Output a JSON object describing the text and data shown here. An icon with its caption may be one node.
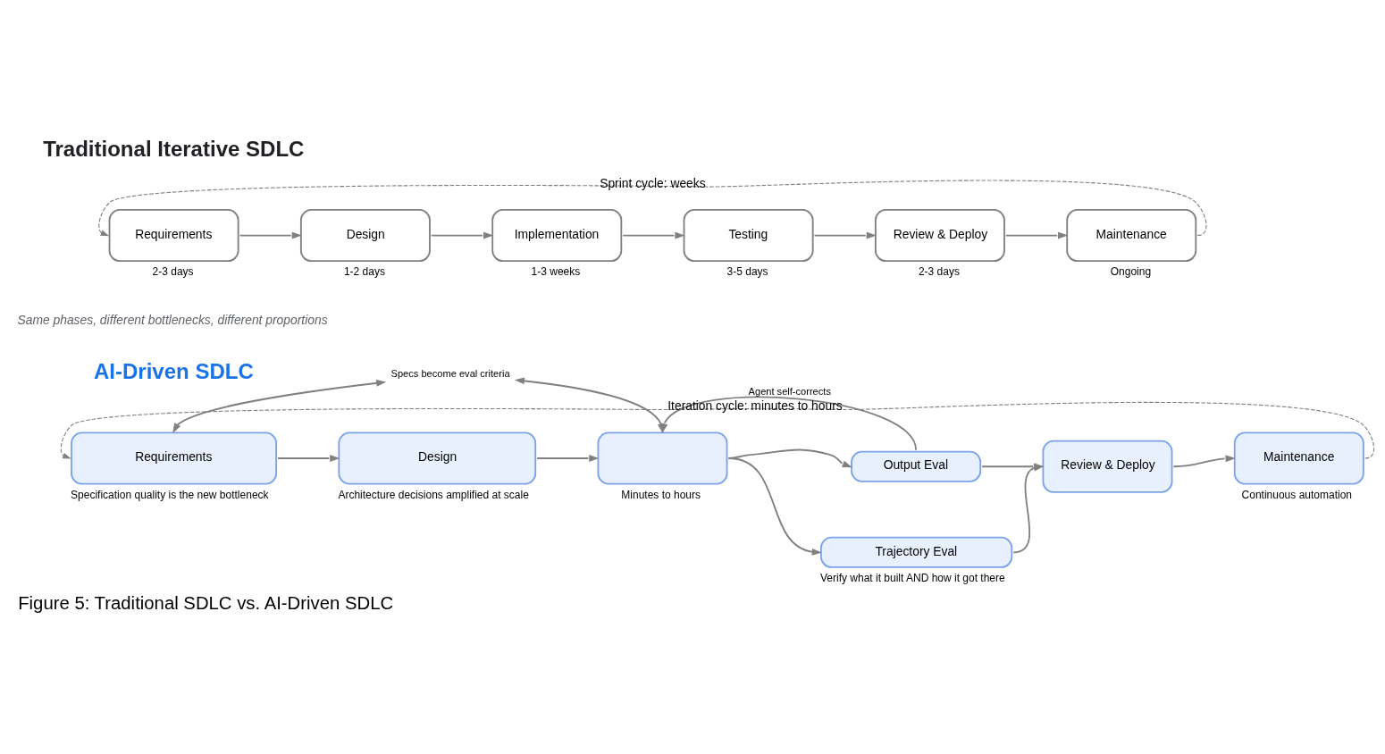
{
  "diagram": {
    "caption": "Figure 5: Traditional SDLC vs. AI-Driven SDLC",
    "nodes": [
      {
        "text": [
          "Requirements"
        ],
        "beside": [
          "2-3 days"
        ]
      },
      {
        "text": [
          "Design"
        ],
        "beside": [
          "1-2 days"
        ]
      },
      {
        "text": [
          "Implementation"
        ],
        "beside": [
          "1-3 weeks"
        ]
      },
      {
        "text": [
          "Testing"
        ],
        "beside": [
          "3-5 days"
        ]
      },
      {
        "text": [
          "Review & Deploy"
        ],
        "beside": [
          "2-3 days"
        ]
      },
      {
        "text": [
          "Maintenance"
        ],
        "beside": [
          "Ongoing"
        ]
      },
      {
        "text": [
          "Requirements"
        ],
        "beside": [
          "Specification quality is the new bottleneck"
        ]
      },
      {
        "text": [
          "Design"
        ],
        "beside": [
          "Architecture decisions amplified at scale"
        ]
      },
      {
        "text": [],
        "shape": "box",
        "beside": [
          "Minutes to hours"
        ]
      },
      {
        "text": [
          "Output Eval"
        ]
      },
      {
        "text": [
          "Trajectory Eval"
        ],
        "beside": [
          "Verify what it built AND how it got there"
        ]
      },
      {
        "text": [
          "Review & Deploy"
        ]
      },
      {
        "text": [
          "Maintenance"
        ],
        "beside": [
          "Continuous automation"
        ]
      },
      {
        "text": [
          "Specs become eval criteria"
        ]
      }
    ],
    "edges": [
      {
        "from": 0,
        "to": 1,
        "arrow": "to"
      },
      {
        "from": 1,
        "to": 2,
        "arrow": "to"
      },
      {
        "from": 2,
        "to": 3,
        "arrow": "to"
      },
      {
        "from": 3,
        "to": 4,
        "arrow": "to"
      },
      {
        "from": 4,
        "to": 5,
        "arrow": "to"
      },
      {
        "from": 5,
        "to": 0,
        "arrow": "to",
        "style": "dashed",
        "label": "Sprint cycle: weeks"
      },
      {
        "from": 6,
        "to": 7,
        "arrow": "to"
      },
      {
        "from": 7,
        "to": 8,
        "arrow": "to"
      },
      {
        "from": 8,
        "to": 9,
        "arrow": "to"
      },
      {
        "from": 8,
        "to": 10,
        "arrow": "to"
      },
      {
        "from": 9,
        "to": 11,
        "arrow": "to"
      },
      {
        "from": 10,
        "to": 11,
        "arrow": "to"
      },
      {
        "from": 11,
        "to": 12,
        "arrow": "to"
      },
      {
        "from": 12,
        "to": 6,
        "arrow": "to",
        "style": "dashed",
        "label": "Iteration cycle: minutes to hours"
      },
      {
        "from": 13,
        "to": 6,
        "arrow": "both"
      },
      {
        "from": 13,
        "to": 8,
        "arrow": "both"
      },
      {
        "from": 9,
        "to": 8,
        "arrow": "to",
        "label": "Agent self-corrects"
      }
    ],
    "labels": [
      "Traditional Iterative SDLC",
      "Same phases, different bottlenecks, different proportions",
      "AI-Driven SDLC"
    ]
  }
}
